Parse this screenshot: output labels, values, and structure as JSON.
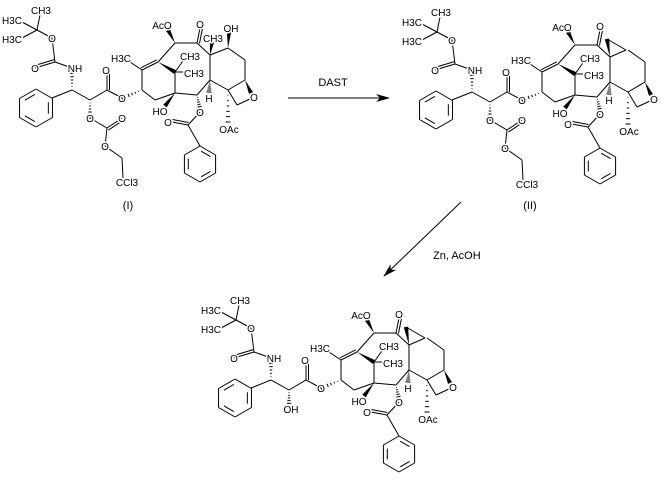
{
  "reaction": {
    "step1_reagent": "DAST",
    "step2_reagent": "Zn, AcOH",
    "colors": {
      "ink": "#000000",
      "background": "#ffffff"
    }
  },
  "compounds": [
    {
      "id": "I",
      "caption": "(I)",
      "cyclopropane": false,
      "side_chain_2prime": "carbonate",
      "atom_labels": {
        "ch3a": "CH3",
        "h3ca": "H3C",
        "h3cb": "H3C",
        "o1": "O",
        "o2": "O",
        "nh": "NH",
        "o3": "O",
        "o4": "O",
        "o5": "O",
        "o6": "O",
        "o7": "O",
        "ccl3": "CCl3",
        "h3cc": "H3C",
        "aco": "AcO",
        "o9": "O",
        "ch3c": "CH3",
        "oh7": "OH",
        "ch3d": "CH3",
        "ch3e": "CH3",
        "ho1": "HO",
        "h3": "H",
        "o10": "O",
        "o11": "O",
        "oac": "OAc",
        "o12": "O"
      }
    },
    {
      "id": "II",
      "caption": "(II)",
      "cyclopropane": true,
      "side_chain_2prime": "carbonate",
      "atom_labels": {
        "ch3a": "CH3",
        "h3ca": "H3C",
        "h3cb": "H3C",
        "o1": "O",
        "o2": "O",
        "nh": "NH",
        "o3": "O",
        "o4": "O",
        "o5": "O",
        "o6": "O",
        "o7": "O",
        "ccl3": "CCl3",
        "h3cc": "H3C",
        "aco": "AcO",
        "o9": "O",
        "ch3d": "CH3",
        "ch3e": "CH3",
        "ho1": "HO",
        "h3": "H",
        "o10": "O",
        "o11": "O",
        "oac": "OAc",
        "o12": "O"
      }
    },
    {
      "id": "III",
      "caption": "",
      "cyclopropane": true,
      "side_chain_2prime": "hydroxyl",
      "atom_labels": {
        "ch3a": "CH3",
        "h3ca": "H3C",
        "h3cb": "H3C",
        "o1": "O",
        "o2": "O",
        "nh": "NH",
        "o3": "O",
        "o4": "O",
        "oh2": "OH",
        "h3cc": "H3C",
        "aco": "AcO",
        "o9": "O",
        "ch3d": "CH3",
        "ch3e": "CH3",
        "ho1": "HO",
        "h3": "H",
        "o10": "O",
        "o11": "O",
        "oac": "OAc",
        "o12": "O"
      }
    }
  ]
}
